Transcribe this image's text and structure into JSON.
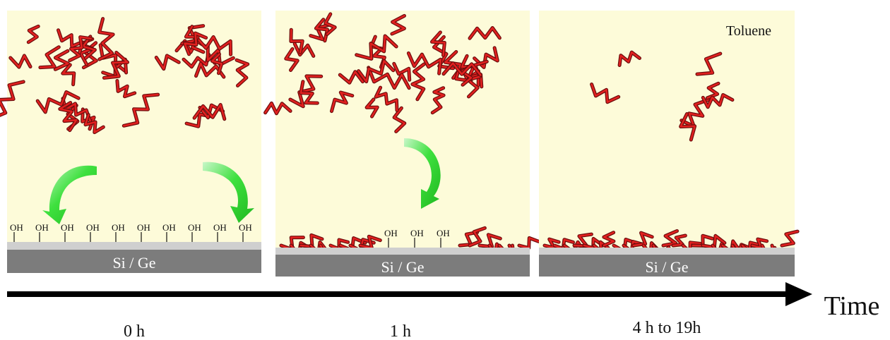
{
  "panels": [
    {
      "id": "panel-0h",
      "substrate_label": "Si / Ge",
      "time_label": "0 h",
      "solvent_label": "",
      "oh_labels": [
        "OH",
        "OH",
        "OH",
        "OH",
        "OH",
        "OH",
        "OH",
        "OH",
        "OH",
        "OH"
      ],
      "arrow_count": 2,
      "state": "molecules in solution, none grafted"
    },
    {
      "id": "panel-1h",
      "substrate_label": "Si / Ge",
      "time_label": "1 h",
      "solvent_label": "",
      "oh_labels": [
        "OH",
        "OH",
        "OH"
      ],
      "arrow_count": 1,
      "state": "partial grafting on surface"
    },
    {
      "id": "panel-4h-19h",
      "substrate_label": "Si / Ge",
      "time_label": "4 h to 19h",
      "solvent_label": "Toluene",
      "oh_labels": [],
      "arrow_count": 0,
      "state": "full surface coverage"
    }
  ],
  "time_axis": {
    "label": "Time"
  },
  "colors": {
    "solution_bg": "#fdfbd9",
    "substrate_dark": "#7c7c7c",
    "oxide_layer": "#cfcfcf",
    "chain_red": "#e1201f",
    "chain_dark": "#6b0d0d",
    "arrow_green": "#3ee03e",
    "axis_black": "#000000",
    "substrate_text": "#ffffff"
  }
}
